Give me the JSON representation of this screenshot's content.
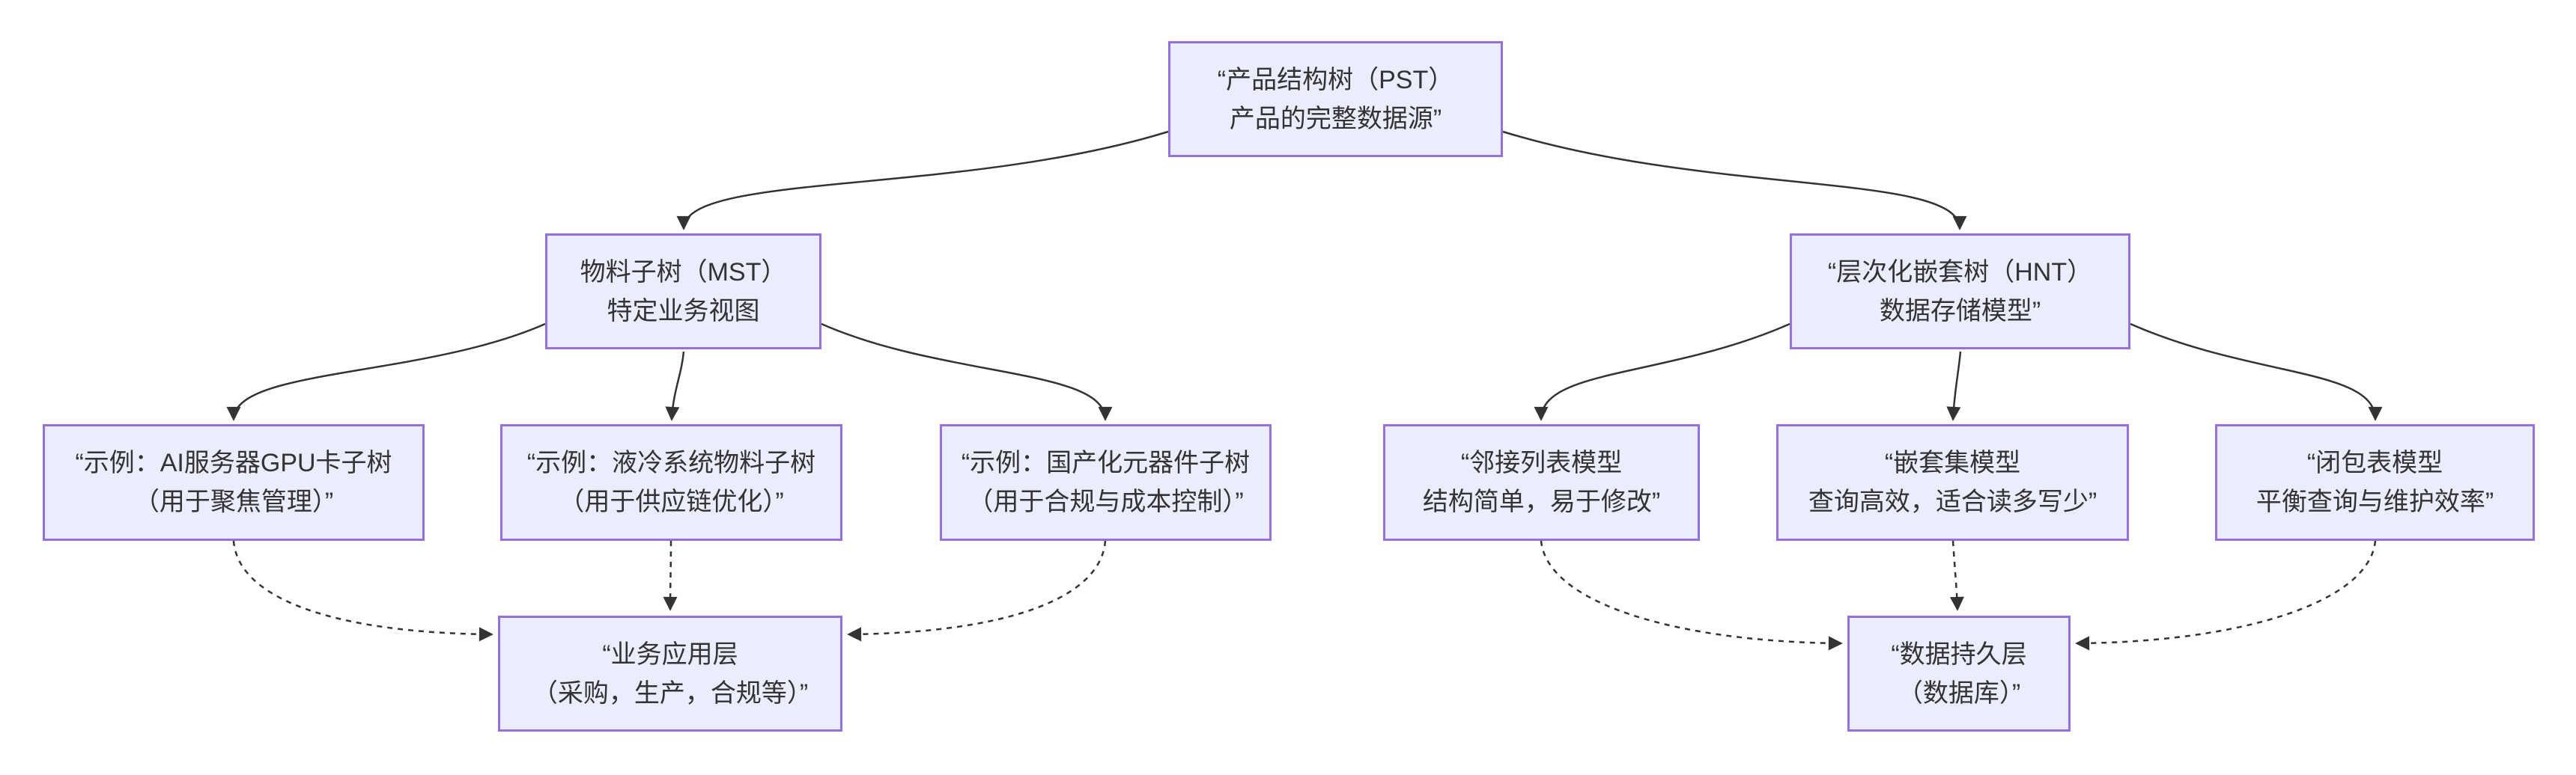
{
  "diagram": {
    "type": "flowchart",
    "direction": "top-down",
    "colors": {
      "background": "#ffffff",
      "node_fill": "#ECECFF",
      "node_border": "#9370DB",
      "text": "#333333",
      "edge": "#333333"
    },
    "nodes": {
      "root": {
        "line1": "“产品结构树（PST）",
        "line2": "产品的完整数据源”"
      },
      "mst": {
        "line1": "物料子树（MST）",
        "line2": "特定业务视图"
      },
      "hnt": {
        "line1": "“层次化嵌套树（HNT）",
        "line2": "数据存储模型”"
      },
      "example_gpu": {
        "line1": "“示例：AI服务器GPU卡子树",
        "line2": "（用于聚焦管理）”"
      },
      "example_cooling": {
        "line1": "“示例：液冷系统物料子树",
        "line2": "（用于供应链优化）”"
      },
      "example_domestic": {
        "line1": "“示例：国产化元器件子树",
        "line2": "（用于合规与成本控制）”"
      },
      "adjacency_list": {
        "line1": "“邻接列表模型",
        "line2": "结构简单，易于修改”"
      },
      "nested_set": {
        "line1": "“嵌套集模型",
        "line2": "查询高效，适合读多写少”"
      },
      "closure_table": {
        "line1": "“闭包表模型",
        "line2": "平衡查询与维护效率”"
      },
      "business_layer": {
        "line1": "“业务应用层",
        "line2": "（采购，生产，合规等）”"
      },
      "persistence_layer": {
        "line1": "“数据持久层",
        "line2": "（数据库）”"
      }
    },
    "edges": [
      {
        "from": "root",
        "to": "mst",
        "style": "solid"
      },
      {
        "from": "root",
        "to": "hnt",
        "style": "solid"
      },
      {
        "from": "mst",
        "to": "example_gpu",
        "style": "solid"
      },
      {
        "from": "mst",
        "to": "example_cooling",
        "style": "solid"
      },
      {
        "from": "mst",
        "to": "example_domestic",
        "style": "solid"
      },
      {
        "from": "hnt",
        "to": "adjacency_list",
        "style": "solid"
      },
      {
        "from": "hnt",
        "to": "nested_set",
        "style": "solid"
      },
      {
        "from": "hnt",
        "to": "closure_table",
        "style": "solid"
      },
      {
        "from": "example_gpu",
        "to": "business_layer",
        "style": "dotted"
      },
      {
        "from": "example_cooling",
        "to": "business_layer",
        "style": "dotted"
      },
      {
        "from": "example_domestic",
        "to": "business_layer",
        "style": "dotted"
      },
      {
        "from": "adjacency_list",
        "to": "persistence_layer",
        "style": "dotted"
      },
      {
        "from": "nested_set",
        "to": "persistence_layer",
        "style": "dotted"
      },
      {
        "from": "closure_table",
        "to": "persistence_layer",
        "style": "dotted"
      }
    ]
  }
}
